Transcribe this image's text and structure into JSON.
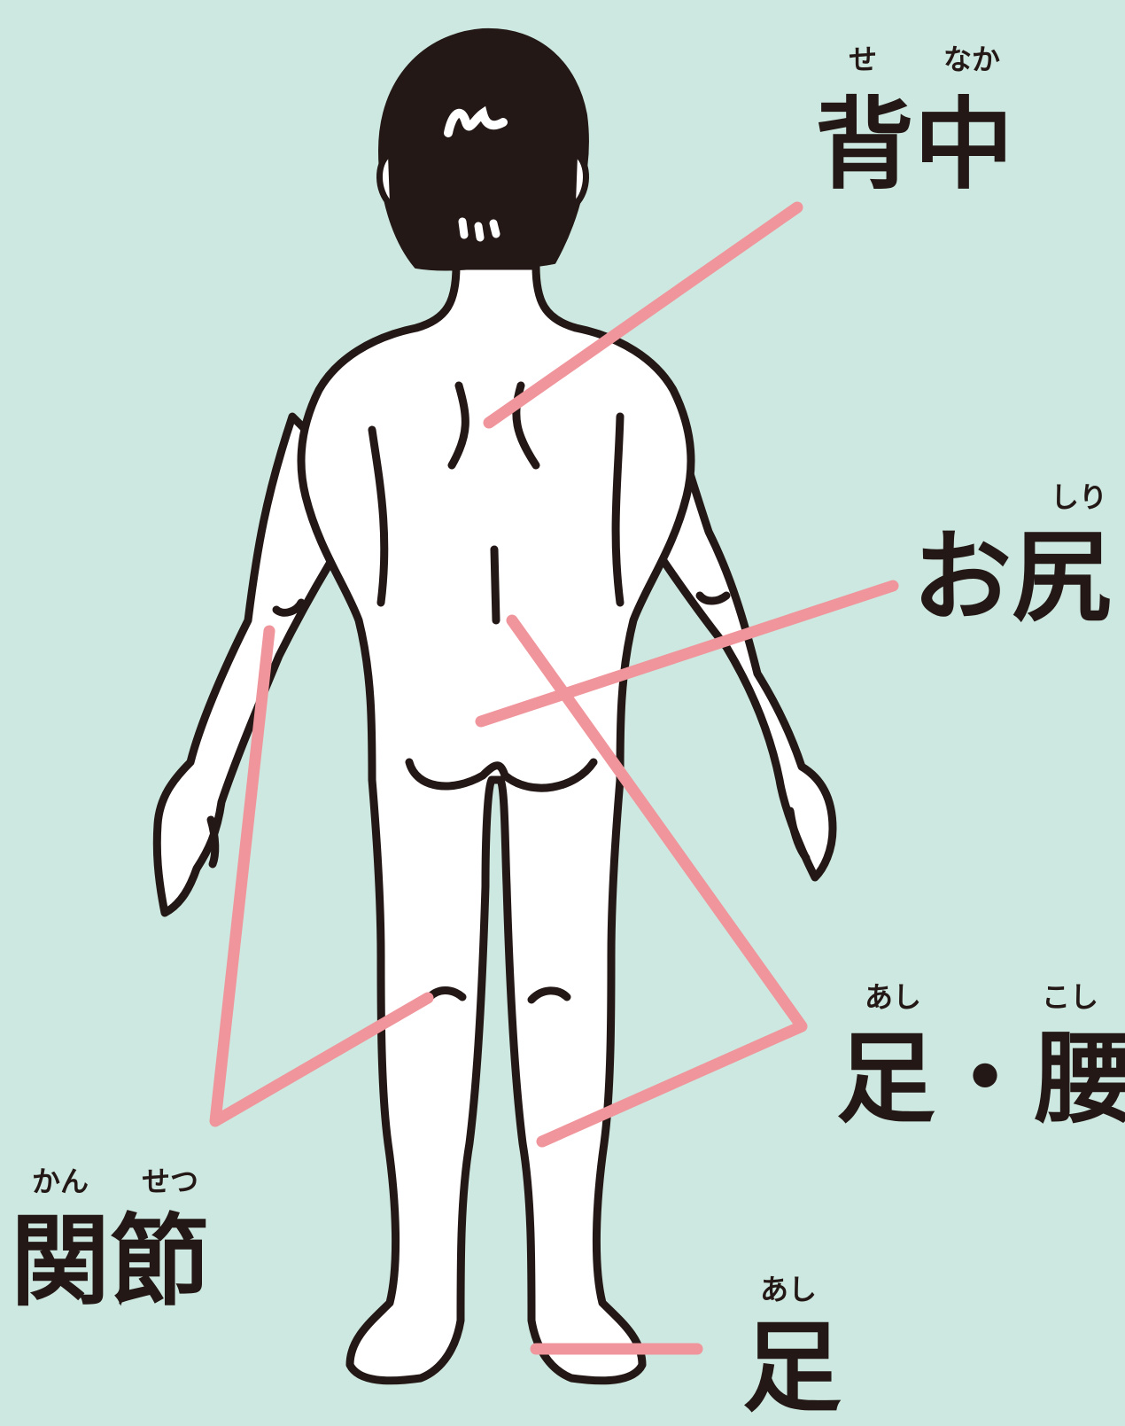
{
  "colors": {
    "background": "#cde8e0",
    "outline": "#231815",
    "hair": "#231815",
    "skin": "#ffffff",
    "leader_line": "#ef959b"
  },
  "labels": {
    "senaka": {
      "text": "背中",
      "ruby": [
        "せ",
        "なか"
      ]
    },
    "shiri": {
      "text": "お尻",
      "ruby": [
        "しり"
      ]
    },
    "ashi_koshi": {
      "text": "足・腰",
      "ruby": [
        "あし",
        "こし"
      ]
    },
    "kansetsu": {
      "text": "関節",
      "ruby": [
        "かん",
        "せつ"
      ]
    },
    "ashi": {
      "text": "足",
      "ruby": [
        "あし"
      ]
    }
  }
}
